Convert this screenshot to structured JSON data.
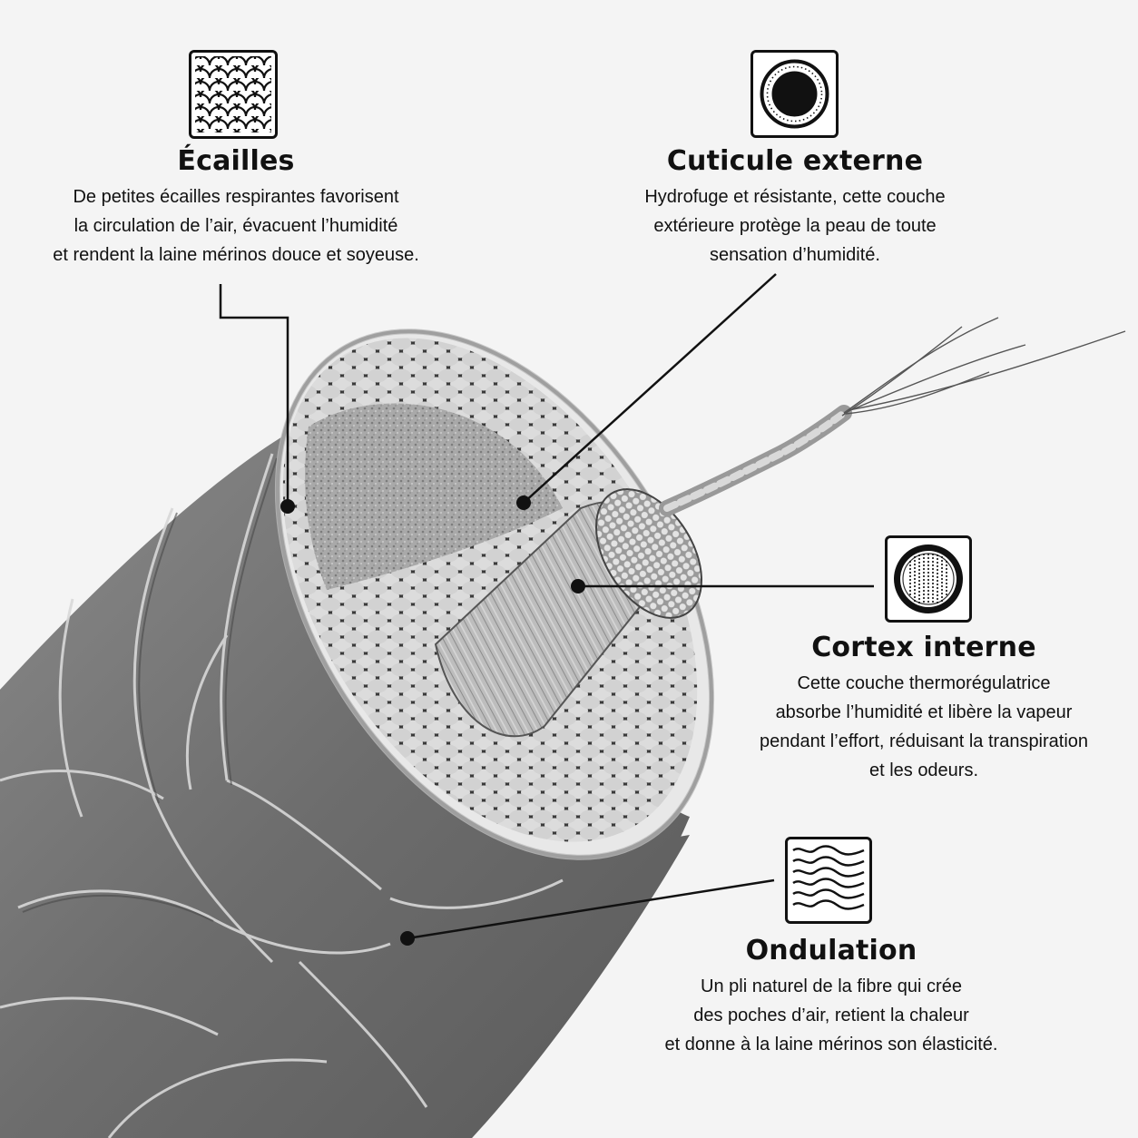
{
  "features": [
    {
      "id": "scales",
      "icon": "scales-pattern-icon",
      "title": "Écailles",
      "lines": [
        "De petites écailles respirantes favorisent",
        "la circulation de l’air, évacuent l’humidité",
        "et rendent la laine mérinos douce et soyeuse."
      ]
    },
    {
      "id": "cuticle",
      "icon": "cuticle-ring-icon",
      "title": "Cuticule externe",
      "lines": [
        "Hydrofuge et résistante, cette couche",
        "extérieure protège la peau de toute",
        "sensation d’humidité."
      ]
    },
    {
      "id": "cortex",
      "icon": "cortex-fibers-icon",
      "title": "Cortex interne",
      "lines": [
        "Cette couche thermorégulatrice",
        "absorbe l’humidité et libère la vapeur",
        "pendant l’effort, réduisant la transpiration",
        "et les odeurs."
      ]
    },
    {
      "id": "crimp",
      "icon": "wave-pattern-icon",
      "title": "Ondulation",
      "lines": [
        "Un pli naturel de la fibre qui crée",
        "des poches d’air, retient la chaleur",
        "et donne à la laine mérinos son élasticité."
      ]
    }
  ]
}
